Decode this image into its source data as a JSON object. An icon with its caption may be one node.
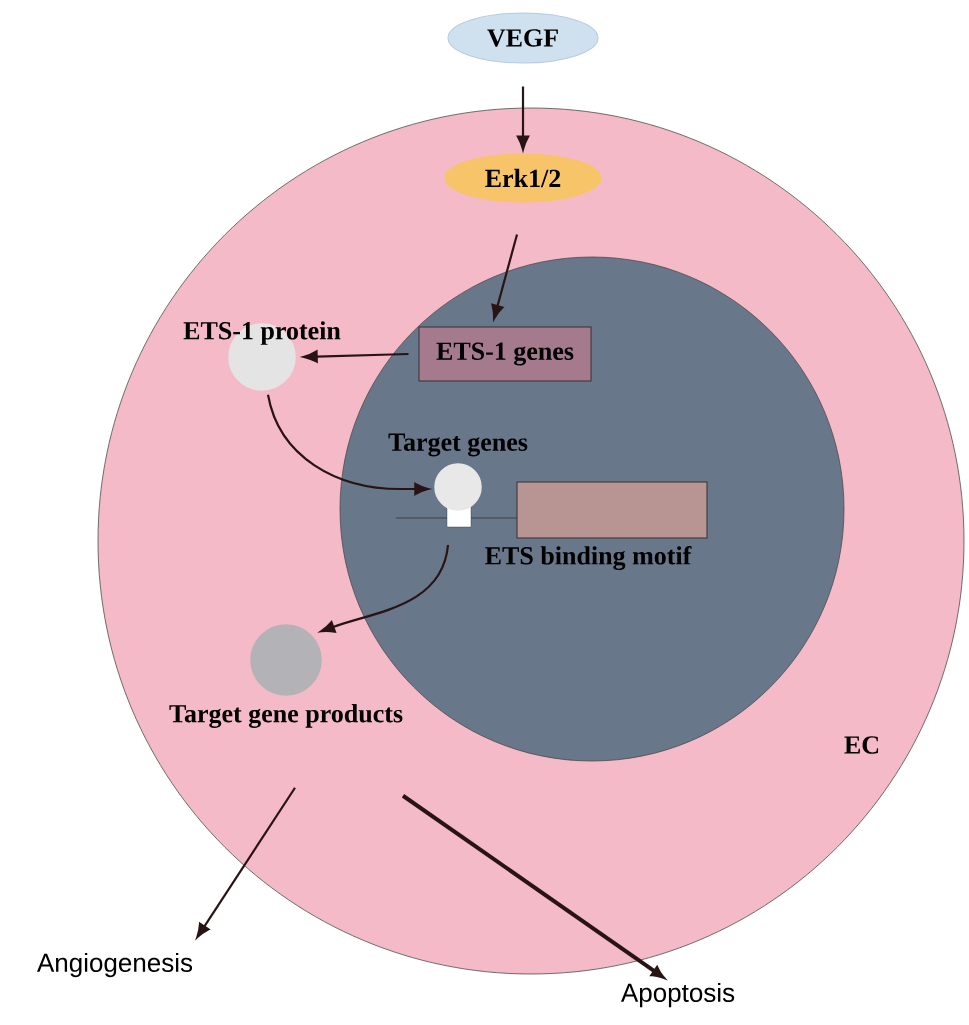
{
  "diagram": {
    "nodes": [
      {
        "text": [
          "EC"
        ]
      },
      {
        "text": [],
        "shape": "circle",
        "in": 0
      },
      {
        "text": [
          "VEGF"
        ]
      },
      {
        "text": [
          "Erk1/2"
        ],
        "in": 0
      },
      {
        "text": [
          "ETS-1 genes"
        ],
        "in": 1
      },
      {
        "text": [
          "ETS-1 protein"
        ],
        "in": 0
      },
      {
        "text": [
          "Target genes"
        ],
        "in": 1
      },
      {
        "text": [
          "ETS binding motif"
        ],
        "in": 1
      },
      {
        "text": [
          "Target gene products"
        ],
        "in": 0
      },
      {
        "text": [
          "Angiogenesis"
        ]
      },
      {
        "text": [
          "Apoptosis"
        ]
      }
    ],
    "edges": [
      {
        "from": 2,
        "to": 3,
        "arrow": "to"
      },
      {
        "from": 3,
        "to": 4,
        "arrow": "to"
      },
      {
        "from": 4,
        "to": 5,
        "arrow": "to"
      },
      {
        "from": 5,
        "to": 6,
        "arrow": "to"
      },
      {
        "from": 6,
        "to": 8,
        "arrow": "to"
      },
      {
        "from": 8,
        "to": 9,
        "arrow": "to"
      },
      {
        "from": 8,
        "to": 10,
        "arrow": "to",
        "style": "thick"
      }
    ]
  }
}
